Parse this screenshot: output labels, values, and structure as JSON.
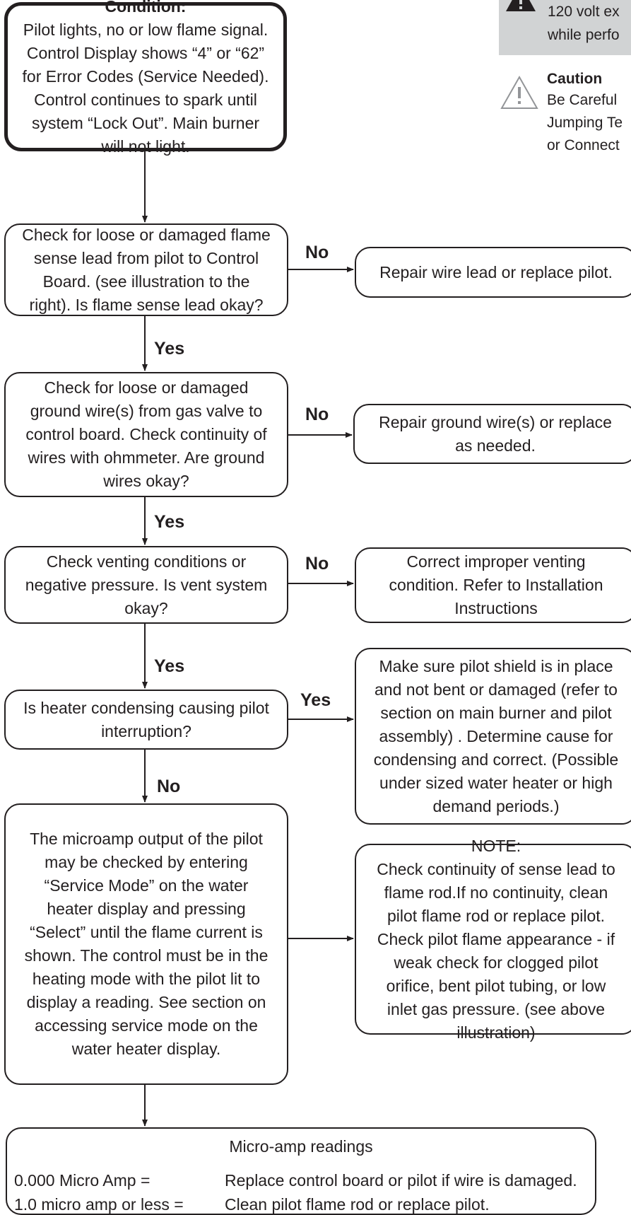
{
  "warning": {
    "text_line1": "120 volt ex",
    "text_line2": "while perfo"
  },
  "caution": {
    "title": "Caution",
    "text": "Be Careful\nJumping Te\nor Connect"
  },
  "nodes": {
    "condition": {
      "title": "Condition:",
      "text": "Pilot lights, no or low flame signal.\nControl Display shows “4” or “62”\nfor Error Codes (Service Needed).\nControl continues to spark until\nsystem “Lock Out”. Main burner\nwill not light."
    },
    "q1": "Check for loose or damaged flame\nsense lead from pilot to Control\nBoard. (see illustration to the\nright). Is flame sense lead okay?",
    "a1": "Repair wire lead or replace pilot.",
    "q2": "Check for loose or damaged\nground wire(s) from gas valve to\ncontrol board. Check continuity of\nwires with ohmmeter. Are ground\nwires okay?",
    "a2": "Repair ground wire(s) or replace\nas needed.",
    "q3": "Check venting conditions or\nnegative pressure. Is vent system\nokay?",
    "a3": "Correct improper venting\ncondition. Refer to Installation\nInstructions",
    "q4": "Is heater condensing causing pilot\ninterruption?",
    "a4": "Make sure pilot shield is in place\nand not bent or damaged (refer to\nsection on main burner and pilot\nassembly) . Determine cause for\ncondensing and correct. (Possible\nunder sized water heater or high\ndemand periods.)",
    "q5": "The microamp output of the pilot\nmay be checked by entering\n“Service Mode” on the water\nheater display and pressing\n“Select” until the flame current is\nshown. The control must be in the\nheating mode with the pilot lit to\ndisplay a reading. See section on\naccessing service mode on the\nwater heater display.",
    "note": {
      "title": "NOTE:",
      "text": "Check continuity of sense lead to\nflame rod.If no continuity, clean\npilot flame rod or replace pilot.\nCheck pilot flame appearance - if\nweak check for clogged pilot\norifice, bent pilot tubing, or low\ninlet gas pressure. (see above\nillustration)"
    }
  },
  "labels": {
    "no1": "No",
    "yes1": "Yes",
    "no2": "No",
    "yes2": "Yes",
    "no3": "No",
    "yes3": "Yes",
    "yes4": "Yes",
    "no4": "No"
  },
  "micro": {
    "title": "Micro-amp readings",
    "rows": [
      {
        "reading": "0.000 Micro Amp =",
        "action": "Replace control board or pilot if wire is damaged."
      },
      {
        "reading": "1.0 micro amp or less =",
        "action": "Clean pilot flame rod or replace pilot."
      }
    ]
  },
  "colors": {
    "line": "#231f20",
    "warning_bg": "#d1d3d4"
  }
}
